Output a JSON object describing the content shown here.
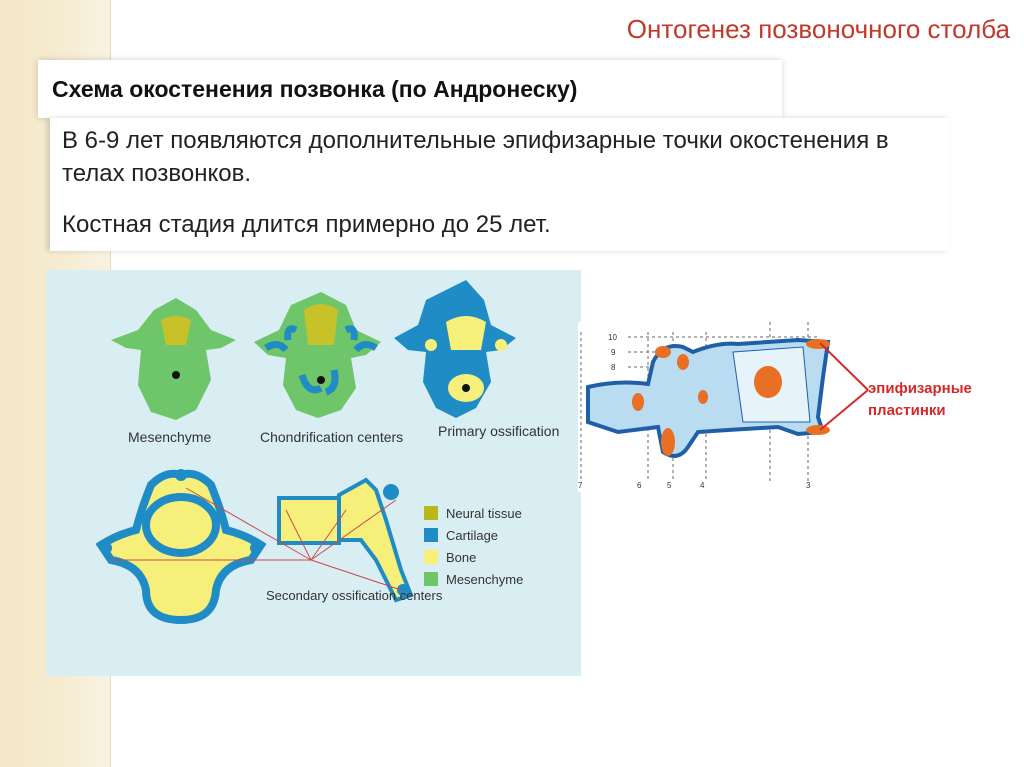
{
  "slide": {
    "title": "Онтогенез позвоночного столба",
    "subtitle": "Схема окостенения позвонка (по Андронеску)",
    "paragraph1": "В 6-9 лет появляются дополнительные эпифизарные точки окостенения в телах позвонков.",
    "paragraph2": "Костная стадия  длится примерно  до  25 лет."
  },
  "figure_left": {
    "stages": [
      "Mesenchyme",
      "Chondrification centers",
      "Primary ossification"
    ],
    "secondary_label": "Secondary ossification centers",
    "legend": [
      {
        "label": "Neural tissue",
        "color": "#b8b81c"
      },
      {
        "label": "Cartilage",
        "color": "#1f8cc6"
      },
      {
        "label": "Bone",
        "color": "#f6ef7a"
      },
      {
        "label": "Mesenchyme",
        "color": "#6fc56a"
      }
    ]
  },
  "figure_right": {
    "numbers_left": [
      "10",
      "9",
      "8"
    ],
    "numbers_bottom": [
      "7",
      "6",
      "5",
      "4",
      "3"
    ],
    "annotation": "эпифизарные пластинки"
  },
  "colors": {
    "title_red": "#c0392b",
    "annotation_red": "#d62828",
    "panel_bg": "#d8eef2"
  }
}
